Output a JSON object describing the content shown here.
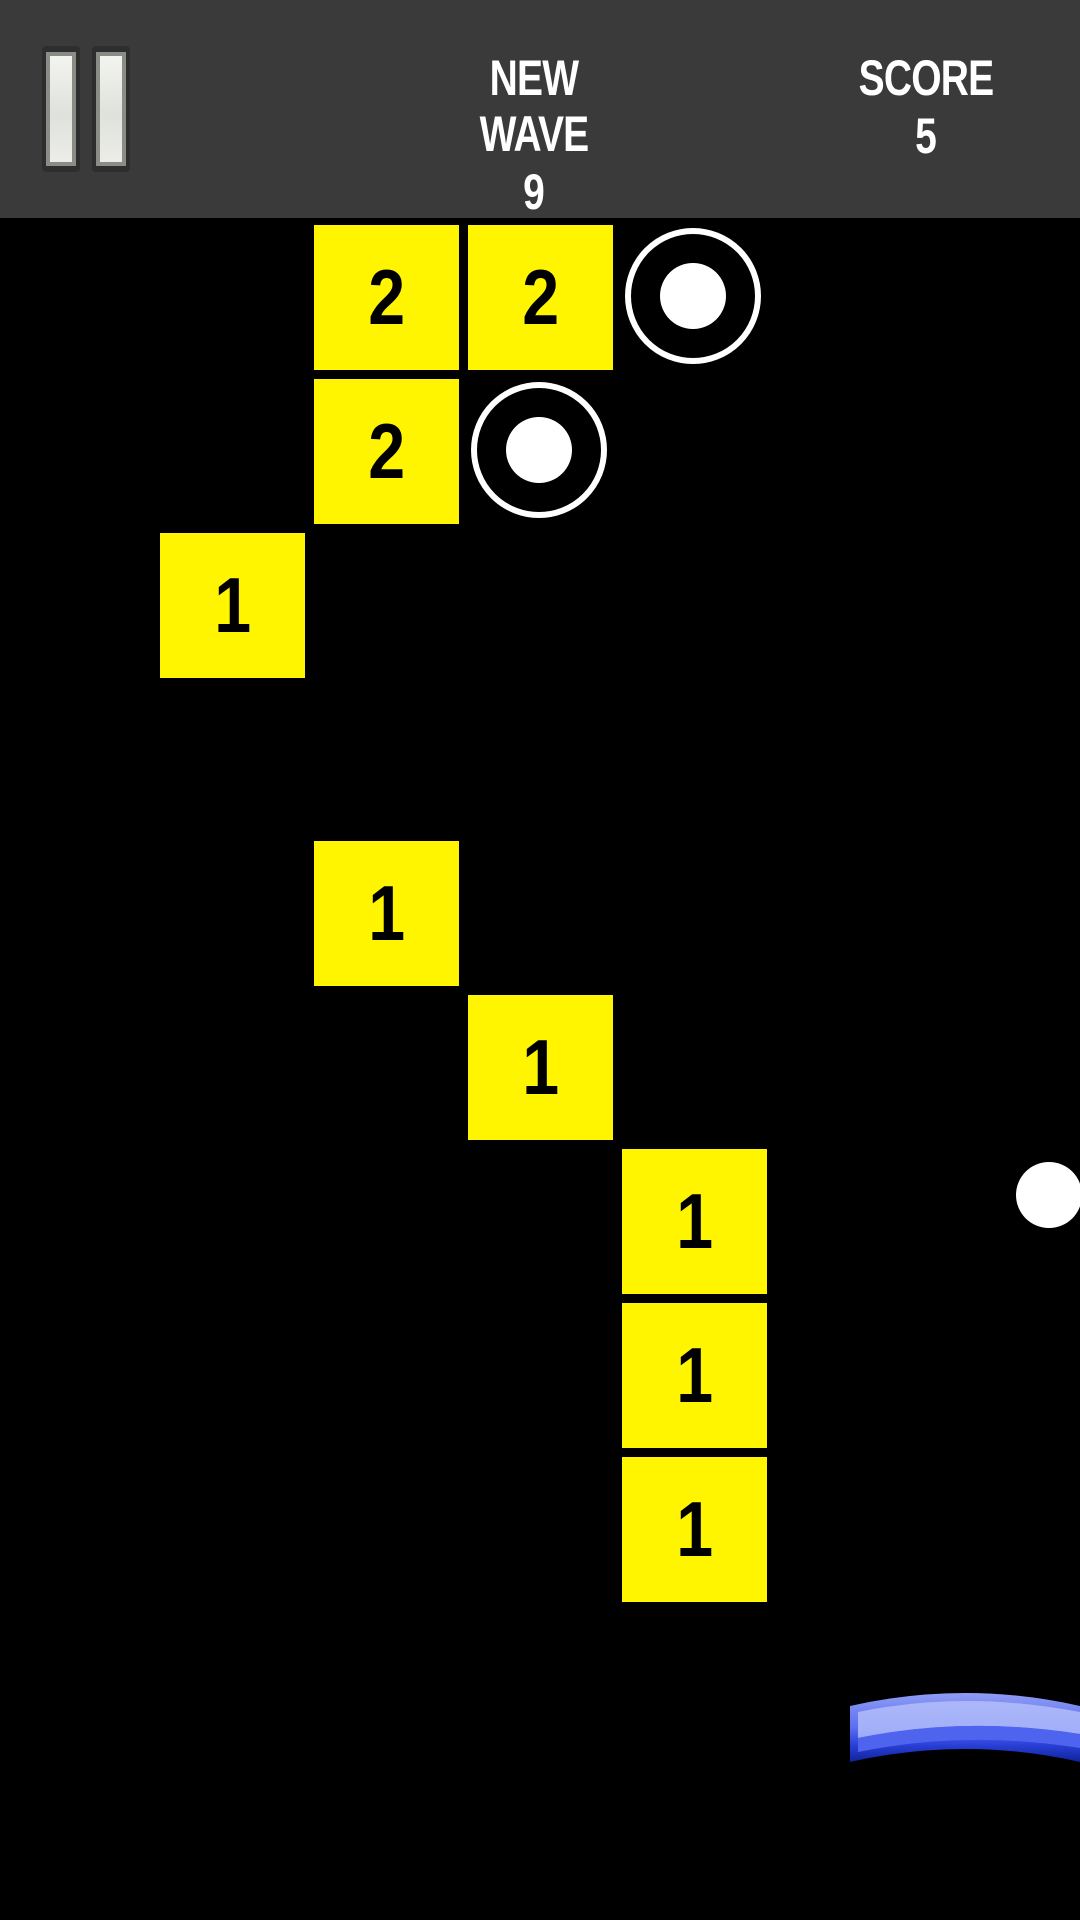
{
  "header": {
    "pause_icon": "pause-icon",
    "wave_label": "NEW WAVE",
    "wave_value": "9",
    "score_label": "SCORE",
    "score_value": "5"
  },
  "blocks": [
    {
      "col": 2,
      "row": 0,
      "hits": "2"
    },
    {
      "col": 3,
      "row": 0,
      "hits": "2"
    },
    {
      "col": 2,
      "row": 1,
      "hits": "2"
    },
    {
      "col": 1,
      "row": 2,
      "hits": "1"
    },
    {
      "col": 2,
      "row": 4,
      "hits": "1"
    },
    {
      "col": 3,
      "row": 5,
      "hits": "1"
    },
    {
      "col": 4,
      "row": 6,
      "hits": "1"
    },
    {
      "col": 4,
      "row": 7,
      "hits": "1"
    },
    {
      "col": 4,
      "row": 8,
      "hits": "1"
    }
  ],
  "extra_ball_pickups": [
    {
      "col": 4,
      "row": 0
    },
    {
      "col": 3,
      "row": 1
    }
  ],
  "colors": {
    "block": "#fff500",
    "header": "#3a3a3a",
    "paddle": "#4a63e8",
    "background": "#000000"
  }
}
